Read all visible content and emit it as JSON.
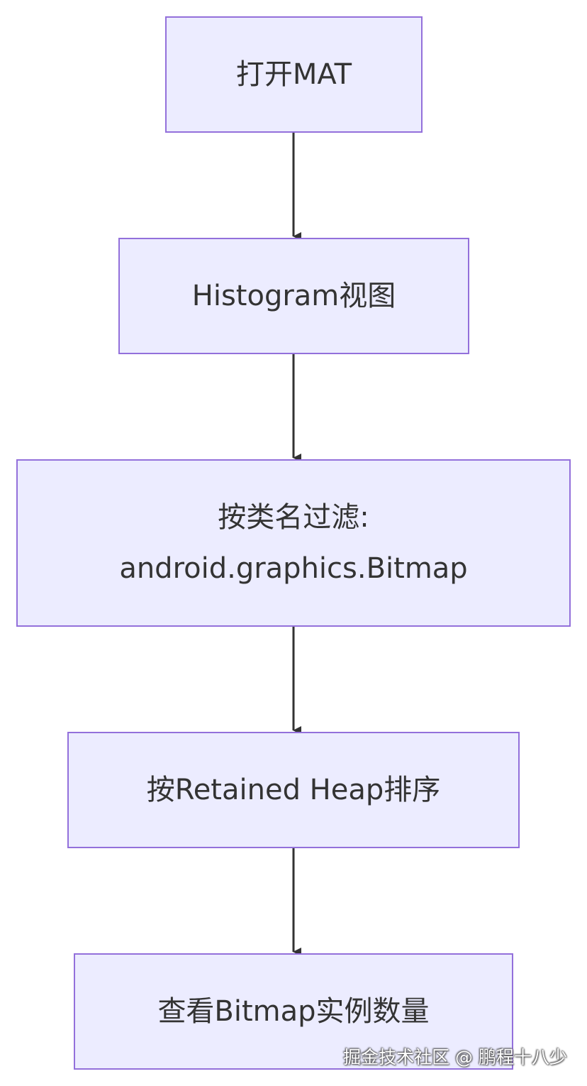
{
  "nodes": [
    {
      "lines": [
        "打开MAT"
      ]
    },
    {
      "lines": [
        "Histogram视图"
      ]
    },
    {
      "lines": [
        "按类名过滤:",
        "android.graphics.Bitmap"
      ]
    },
    {
      "lines": [
        "按Retained Heap排序"
      ]
    },
    {
      "lines": [
        "查看Bitmap实例数量"
      ]
    }
  ],
  "watermark": "掘金技术社区 @ 鹏程十八少",
  "colors": {
    "node_fill": "#ececff",
    "node_border": "#9370db",
    "edge": "#333333",
    "text": "#333333"
  }
}
